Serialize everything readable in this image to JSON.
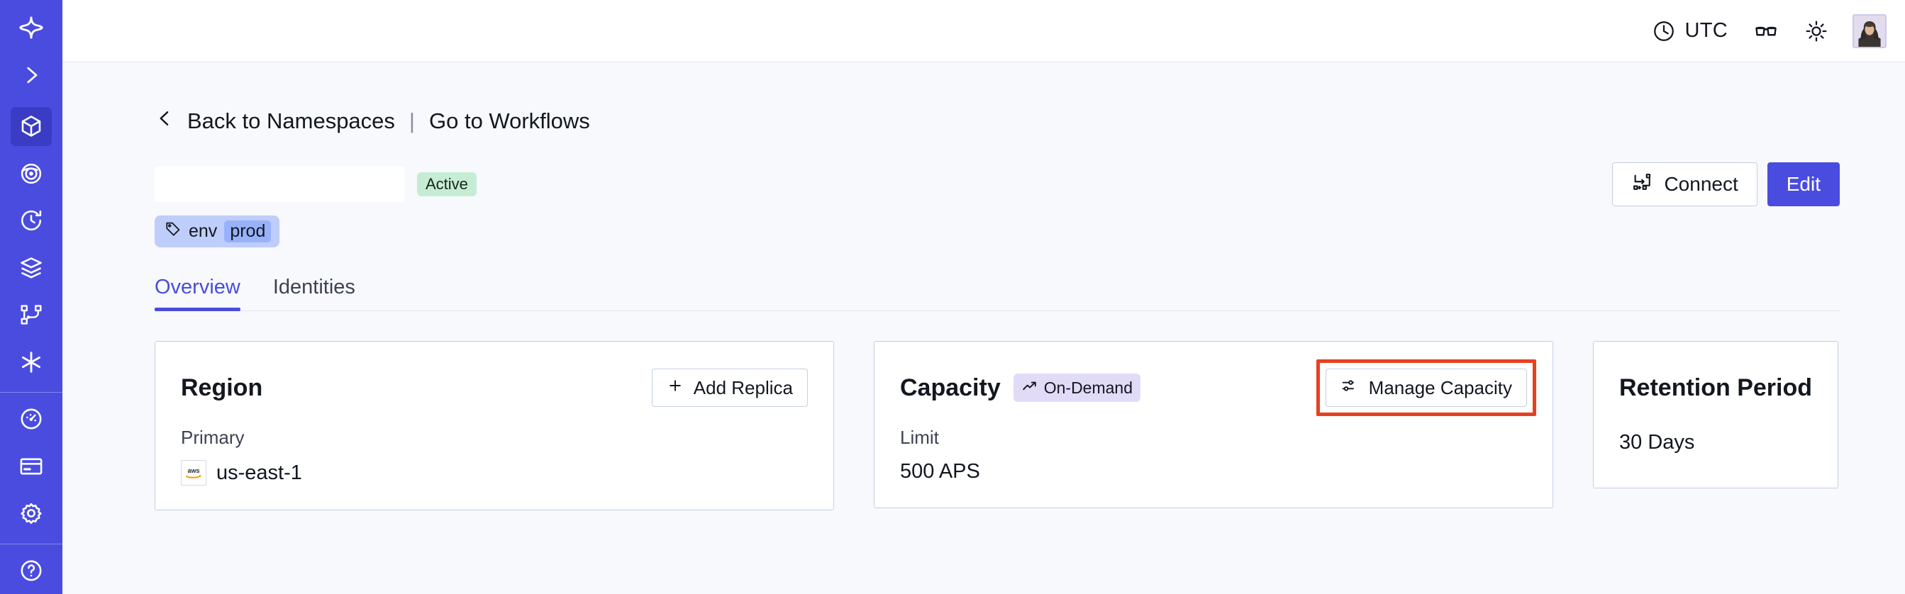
{
  "sidebar": {
    "logo": {
      "icon": "sparkle-logo-icon",
      "name": "app-logo"
    },
    "expand": {
      "icon": "chevron-right-icon",
      "name": "expand-sidebar-button"
    },
    "items": [
      {
        "name": "sidebar-item-namespaces",
        "icon": "cube-icon",
        "active": true
      },
      {
        "name": "sidebar-item-observability",
        "icon": "eye-icon",
        "active": false
      },
      {
        "name": "sidebar-item-schedules",
        "icon": "clock-arrow-icon",
        "active": false
      },
      {
        "name": "sidebar-item-batch",
        "icon": "layers-icon",
        "active": false
      },
      {
        "name": "sidebar-item-workflows",
        "icon": "workflow-node-icon",
        "active": false
      },
      {
        "name": "sidebar-item-nexus",
        "icon": "asterisk-icon",
        "active": false
      },
      {
        "name": "sidebar-item-usage",
        "icon": "gauge-icon",
        "active": false
      },
      {
        "name": "sidebar-item-billing",
        "icon": "credit-card-icon",
        "active": false
      },
      {
        "name": "sidebar-item-settings",
        "icon": "gear-icon",
        "active": false
      }
    ]
  },
  "topbar": {
    "timezone": "UTC",
    "timezone_icon": "clock-icon",
    "glasses_icon": "glasses-icon",
    "theme_icon": "sun-icon",
    "avatar_icon": "user-avatar"
  },
  "breadcrumb": {
    "back_icon": "chevron-left-icon",
    "back_label": "Back to Namespaces",
    "separator": "|",
    "link_label": "Go to Workflows"
  },
  "header": {
    "namespace_name": "",
    "status_badge": "Active",
    "connect_label": "Connect",
    "connect_icon": "connect-icon",
    "edit_label": "Edit",
    "tags": [
      {
        "icon": "tag-icon",
        "key": "env",
        "value": "prod"
      }
    ]
  },
  "tabs": [
    {
      "label": "Overview",
      "name": "tab-overview",
      "active": true
    },
    {
      "label": "Identities",
      "name": "tab-identities",
      "active": false
    }
  ],
  "cards": {
    "region": {
      "title": "Region",
      "action_label": "Add Replica",
      "action_icon": "plus-icon",
      "label": "Primary",
      "provider_icon": "aws-logo",
      "value": "us-east-1"
    },
    "capacity": {
      "title": "Capacity",
      "badge_label": "On-Demand",
      "badge_icon": "trending-up-icon",
      "action_label": "Manage Capacity",
      "action_icon": "sliders-icon",
      "action_highlighted": true,
      "label": "Limit",
      "value": "500 APS"
    },
    "retention": {
      "title": "Retention Period",
      "value": "30 Days"
    }
  },
  "colors": {
    "brand": "#4a4ce0",
    "sidebar_active": "#3a3cc4",
    "page_bg": "#f7f9fc",
    "card_border": "#c3d0e6",
    "status_active_bg": "#c6edd3",
    "badge_ondemand_bg": "#e2dbf8",
    "tag_bg": "#bfcdfa",
    "tag_value_bg": "#97b2fb",
    "annotation": "#e8401e"
  }
}
